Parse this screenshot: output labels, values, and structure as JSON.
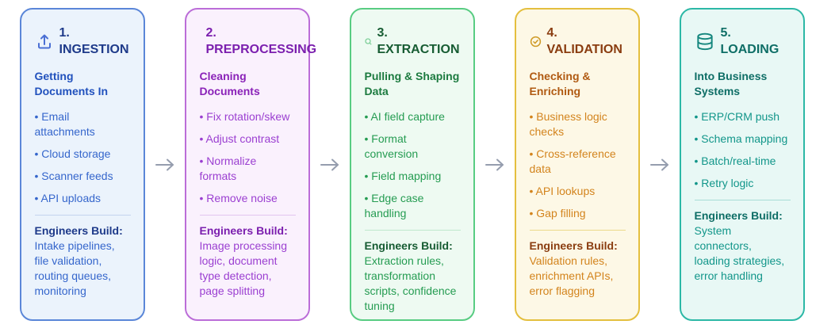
{
  "diagram": {
    "arrow_glyph": "→",
    "arrow_color": "#959dae"
  },
  "stages": [
    {
      "number": "1.",
      "name": "INGESTION",
      "icon": "upload-icon",
      "subtitle": "Getting Documents In",
      "bullets": [
        "• Email attachments",
        "• Cloud storage",
        "• Scanner feeds",
        "• API uploads"
      ],
      "engineers_label": "Engineers Build:",
      "engineers_text": "Intake pipelines, file validation, routing queues, monitoring",
      "colors": {
        "border": "#5a86d8",
        "bg": "#ebf3fc",
        "title": "#1e3a8a",
        "subtitle": "#2151bd",
        "bullet": "#3566cc",
        "divider": "#c3d3ee",
        "icon": "#4a6fd4"
      }
    },
    {
      "number": "2.",
      "name": "PREPROCESSING",
      "icon": "none",
      "subtitle": "Cleaning Documents",
      "bullets": [
        "• Fix rotation/skew",
        "• Adjust contrast",
        "• Normalize formats",
        "• Remove noise"
      ],
      "engineers_label": "Engineers Build:",
      "engineers_text": "Image processing logic, document type detection, page splitting",
      "colors": {
        "border": "#bb6dd8",
        "bg": "#faf1fd",
        "title": "#7b1fae",
        "subtitle": "#8a22b8",
        "bullet": "#9b3fd1",
        "divider": "#e2c5ef",
        "icon": "#9b3fd1"
      }
    },
    {
      "number": "3.",
      "name": "EXTRACTION",
      "icon": "magnifier-icon",
      "subtitle": "Pulling & Shaping Data",
      "bullets": [
        "• AI field capture",
        "• Format conversion",
        "• Field mapping",
        "• Edge case handling"
      ],
      "engineers_label": "Engineers Build:",
      "engineers_text": "Extraction rules, transformation scripts, confidence tuning",
      "colors": {
        "border": "#58cc82",
        "bg": "#eefaf2",
        "title": "#175c33",
        "subtitle": "#1b7a3f",
        "bullet": "#259c52",
        "divider": "#bfe8cd",
        "icon": "#7fcf9a"
      }
    },
    {
      "number": "4.",
      "name": "VALIDATION",
      "icon": "check-circle-icon",
      "subtitle": "Checking & Enriching",
      "bullets": [
        "• Business logic checks",
        "• Cross-reference data",
        "• API lookups",
        "• Gap filling"
      ],
      "engineers_label": "Engineers Build:",
      "engineers_text": "Validation rules, enrichment APIs, error flagging",
      "colors": {
        "border": "#e4bf3e",
        "bg": "#fdf8e6",
        "title": "#8a3d10",
        "subtitle": "#b05a12",
        "bullet": "#d3841d",
        "divider": "#ecd98a",
        "icon": "#cf9b27"
      }
    },
    {
      "number": "5.",
      "name": "LOADING",
      "icon": "database-icon",
      "subtitle": "Into Business Systems",
      "bullets": [
        "• ERP/CRM push",
        "• Schema mapping",
        "• Batch/real-time",
        "• Retry logic"
      ],
      "engineers_label": "Engineers Build:",
      "engineers_text": "System connectors, loading strategies, error handling",
      "colors": {
        "border": "#2cb8a6",
        "bg": "#e8f8f5",
        "title": "#0e6e66",
        "subtitle": "#0e6e66",
        "bullet": "#12968a",
        "divider": "#a8ddd6",
        "icon": "#14867d"
      }
    }
  ]
}
